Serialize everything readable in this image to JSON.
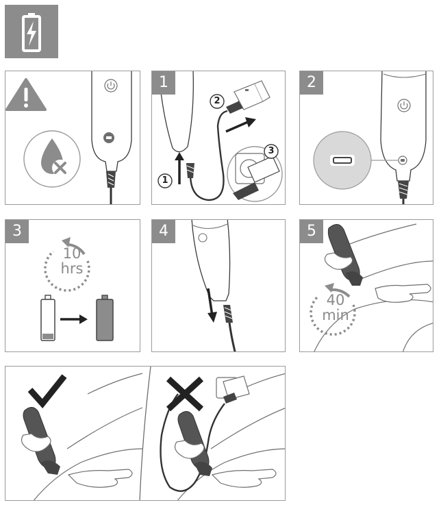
{
  "header": {
    "icon": "battery-charge-icon"
  },
  "steps": {
    "s1": "1",
    "s2": "2",
    "s3": "3",
    "s4": "4",
    "s5": "5"
  },
  "callouts": {
    "c1": "1",
    "c2": "2",
    "c3": "3"
  },
  "charge_time": {
    "value": "10",
    "unit": "hrs"
  },
  "use_time": {
    "value": "40",
    "unit": "min"
  },
  "icons": {
    "warning": "warning-triangle-icon",
    "no_water": "no-water-drop-icon",
    "check": "check-mark-icon",
    "cross": "cross-mark-icon",
    "battery": "battery-icon"
  },
  "colors": {
    "badge": "#8c8c8c",
    "line": "#3a3a3a",
    "border": "#9a9a9a",
    "light": "#d9d9d9"
  }
}
